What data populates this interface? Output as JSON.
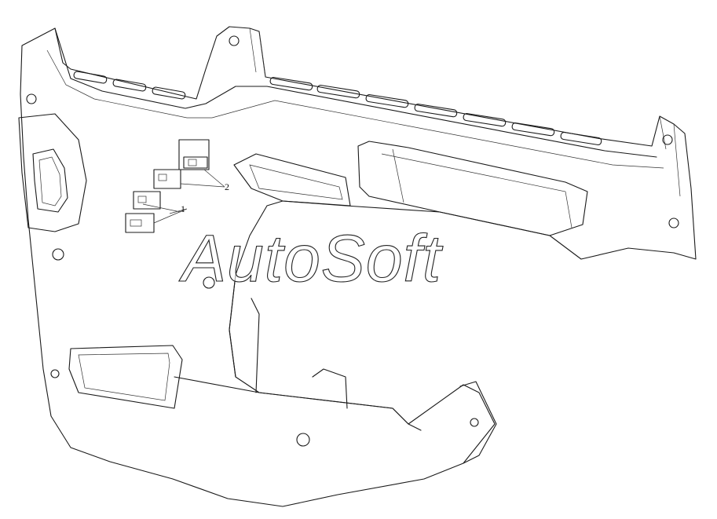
{
  "callouts": [
    {
      "label": "1"
    },
    {
      "label": "2"
    }
  ],
  "watermark": {
    "text": "AutoSoft"
  },
  "colors": {
    "line": "#1a1a1a",
    "background": "#ffffff"
  }
}
